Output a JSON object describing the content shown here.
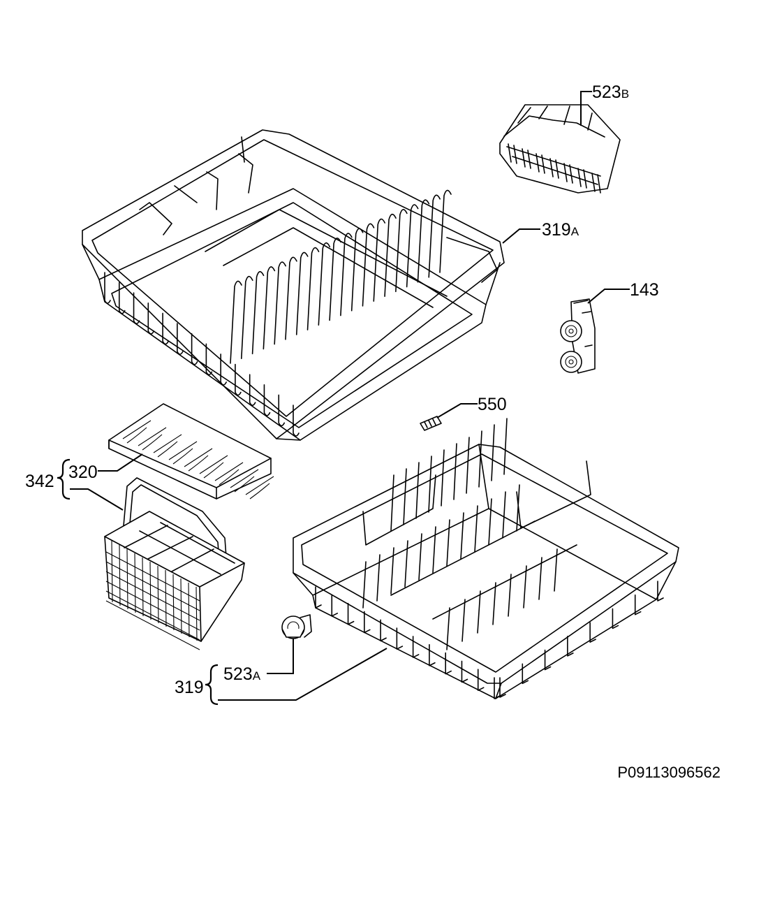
{
  "callouts": {
    "p523b": {
      "main": "523",
      "suffix": "B"
    },
    "p319a": {
      "main": "319",
      "suffix": "A"
    },
    "p143": {
      "main": "143"
    },
    "p550": {
      "main": "550"
    },
    "p342": {
      "main": "342"
    },
    "p320": {
      "main": "320"
    },
    "p523a": {
      "main": "523",
      "suffix": "A"
    },
    "p319": {
      "main": "319"
    }
  },
  "drawing_code": "P09113096562"
}
